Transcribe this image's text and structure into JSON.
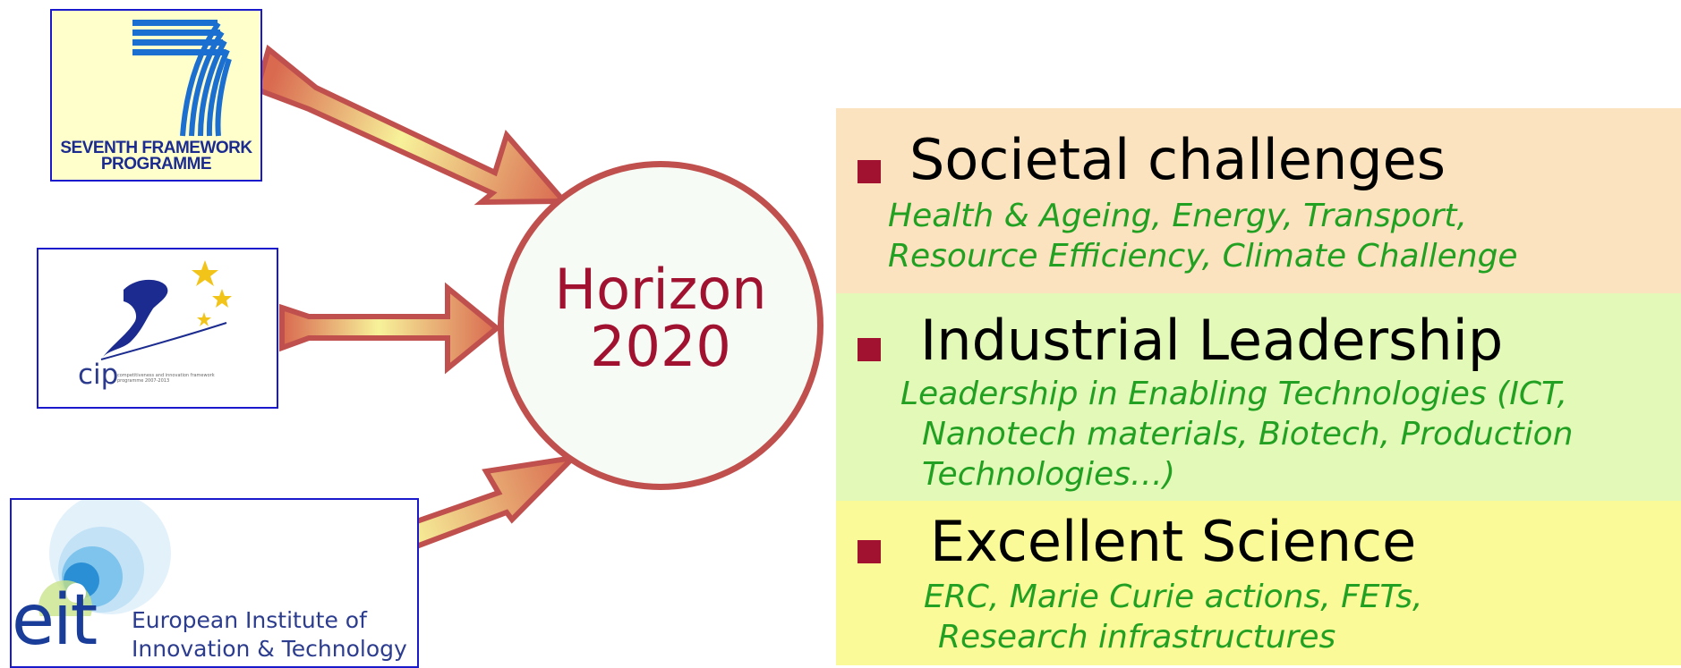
{
  "logos": {
    "fp7": {
      "line1": "SEVENTH FRAMEWORK",
      "line2": "PROGRAMME"
    },
    "cip": {
      "word": "cip",
      "fine_print": "competitiveness and innovation framework programme 2007-2013"
    },
    "eit": {
      "word": "eit",
      "name_line1": "European Institute of",
      "name_line2": "Innovation & Technology"
    }
  },
  "hub": {
    "line1": "Horizon",
    "line2": "2020"
  },
  "pillars": [
    {
      "heading": "Societal challenges",
      "desc_lines": [
        "Health & Ageing, Energy, Transport,",
        "Resource Efficiency, Climate Challenge"
      ]
    },
    {
      "heading": "Industrial Leadership",
      "desc_lines": [
        "Leadership in Enabling Technologies (ICT,",
        "Nanotech materials, Biotech, Production",
        "Technologies…)"
      ]
    },
    {
      "heading": "Excellent Science",
      "desc_lines": [
        "ERC, Marie Curie actions, FETs,",
        "Research infrastructures"
      ]
    }
  ],
  "colors": {
    "accent": "#a01230",
    "arrow_outline": "#c0504d",
    "description_text": "#22a022",
    "band_societal": "#fbe3c0",
    "band_industrial": "#e3f9b8",
    "band_science": "#fafa99"
  }
}
